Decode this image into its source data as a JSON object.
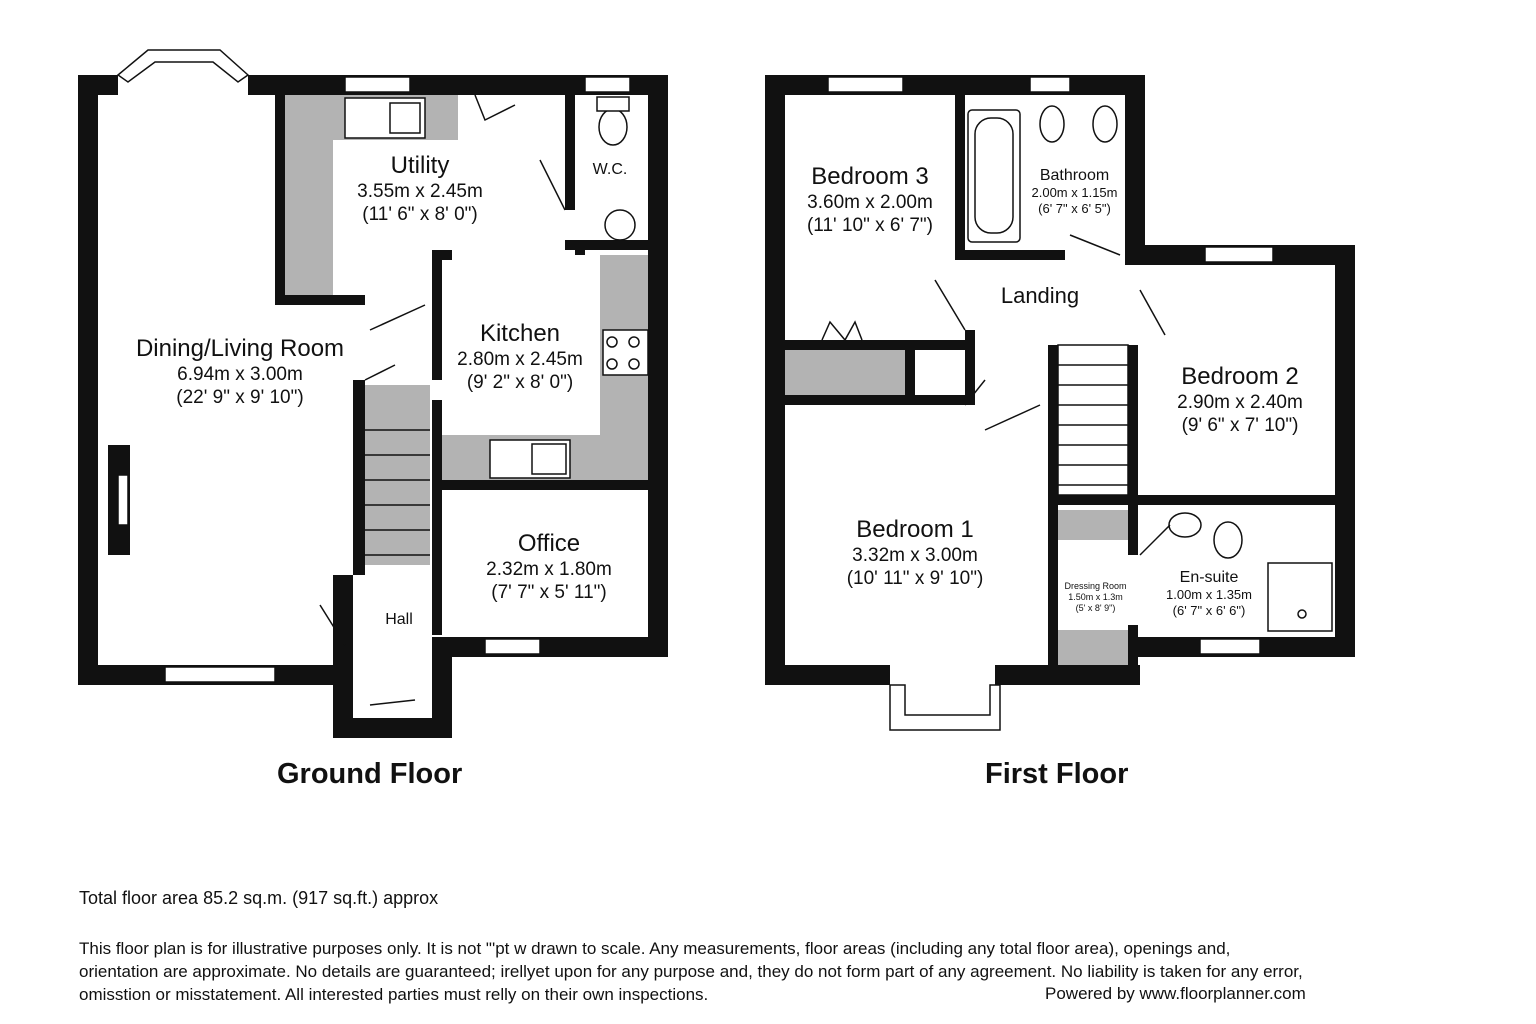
{
  "ground_floor": {
    "title": "Ground Floor",
    "rooms": [
      {
        "name": "Dining/Living Room",
        "metric": "6.94m x 3.00m",
        "imperial": "(22' 9\" x 9' 10\")"
      },
      {
        "name": "Utility",
        "metric": "3.55m x 2.45m",
        "imperial": "(11' 6\" x 8' 0\")"
      },
      {
        "name": "W.C.",
        "metric": "",
        "imperial": ""
      },
      {
        "name": "Kitchen",
        "metric": "2.80m x 2.45m",
        "imperial": "(9' 2\" x 8' 0\")"
      },
      {
        "name": "Office",
        "metric": "2.32m x 1.80m",
        "imperial": "(7' 7\" x 5' 11\")"
      },
      {
        "name": "Hall",
        "metric": "",
        "imperial": ""
      }
    ]
  },
  "first_floor": {
    "title": "First Floor",
    "rooms": [
      {
        "name": "Bedroom 3",
        "metric": "3.60m x 2.00m",
        "imperial": "(11' 10\" x 6' 7\")"
      },
      {
        "name": "Bathroom",
        "metric": "2.00m x 1.15m",
        "imperial": "(6' 7\" x 6' 5\")"
      },
      {
        "name": "Landing",
        "metric": "",
        "imperial": ""
      },
      {
        "name": "Bedroom 2",
        "metric": "2.90m x 2.40m",
        "imperial": "(9' 6\" x 7' 10\")"
      },
      {
        "name": "Bedroom 1",
        "metric": "3.32m x 3.00m",
        "imperial": "(10' 11\" x 9' 10\")"
      },
      {
        "name": "Dressing Room",
        "metric": "1.50m x 1.3m",
        "imperial": "(5' x 8' 9\")"
      },
      {
        "name": "En-suite",
        "metric": "1.00m x 1.35m",
        "imperial": "(6' 7\" x 6' 6\")"
      }
    ]
  },
  "footer": {
    "total_area": "Total floor area 85.2 sq.m. (917 sq.ft.) approx",
    "disclaimer_lines": [
      "This floor plan is for illustrative purposes only. It is not \"'pt w drawn to scale. Any measurements, floor areas (including any total floor area), openings and,",
      "orientation are approximate. No details are guaranteed; irellyet upon for any purpose and, they do not form part of any agreement.   No liability is taken for any error,",
      "omisstion or misstatement. All interested parties must relly on their own inspections."
    ],
    "powered_by": "Powered by www.floorplanner.com"
  },
  "colors": {
    "wall": "#111111",
    "fixture_fill": "#b3b3b3",
    "background": "#ffffff"
  }
}
